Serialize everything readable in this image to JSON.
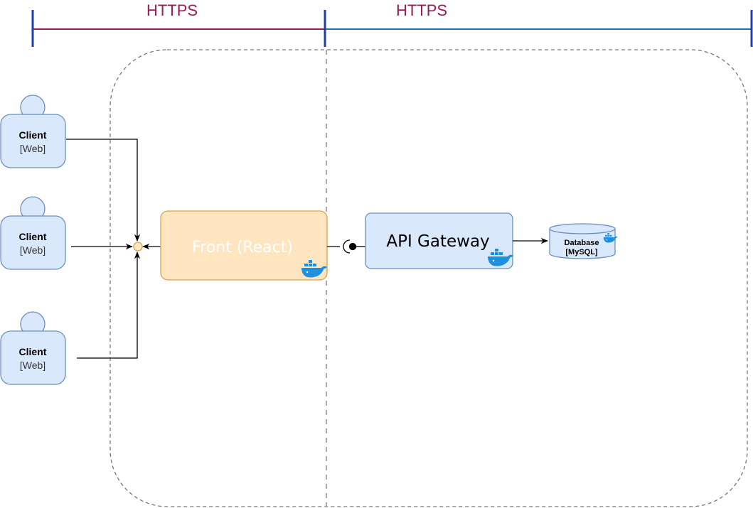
{
  "zones": {
    "left_protocol": "HTTPS",
    "right_protocol": "HTTPS"
  },
  "clients": [
    {
      "name": "Client",
      "type": "[Web]"
    },
    {
      "name": "Client",
      "type": "[Web]"
    },
    {
      "name": "Client",
      "type": "[Web]"
    }
  ],
  "front": {
    "label": "Front (React)"
  },
  "gateway": {
    "label": "API Gateway"
  },
  "database": {
    "line1": "Database",
    "line2": "[MySQL]"
  },
  "icons": {
    "container": "docker-whale-icon",
    "client": "person-icon",
    "database": "cylinder-icon"
  },
  "colors": {
    "left_zone_line": "#9c1a56",
    "right_zone_line": "#1a6fb5",
    "zone_marker": "#1f3fa8",
    "client_fill": "#dae8fc",
    "client_stroke": "#6c8ebf",
    "front_fill": "#ffe6c0",
    "front_stroke": "#d6a44a",
    "docker_blue": "#1d91e0"
  }
}
